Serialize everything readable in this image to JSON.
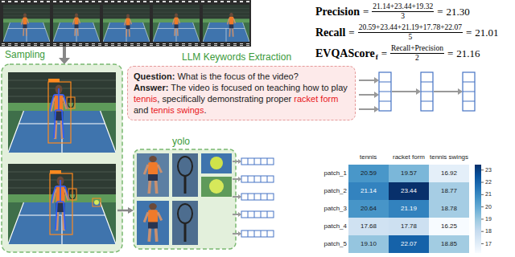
{
  "diagram": {
    "nodes": [
      {
        "text": [
          "Question: What is the focus of the video?",
          "Answer: The video is focused on teaching how to play tennis, specifically demonstrating proper racket form and tennis swings."
        ]
      }
    ],
    "labels": [
      "Sampling",
      "LLM Keywords Extraction",
      "yolo",
      "Precision",
      "=",
      "21.14+23.44+19.32",
      "3",
      "=",
      "21.30",
      "Recall",
      "=",
      "20.59+23.44+21.19+17.78+22.07",
      "5",
      "=",
      "21.01",
      "EVQAScore",
      "f",
      "=",
      "Recall+Precision",
      "2",
      "=",
      "21.16",
      "tennis",
      "racket form",
      "tennis swings",
      "patch_1",
      "patch_2",
      "patch_3",
      "patch_4",
      "patch_5",
      "20.59",
      "19.57",
      "16.92",
      "21.14",
      "23.44",
      "18.77",
      "20.64",
      "21.19",
      "18.78",
      "17.68",
      "17.78",
      "16.25",
      "19.10",
      "22.07",
      "18.85",
      "23",
      "22",
      "21",
      "20",
      "19",
      "18",
      "17"
    ]
  }
}
